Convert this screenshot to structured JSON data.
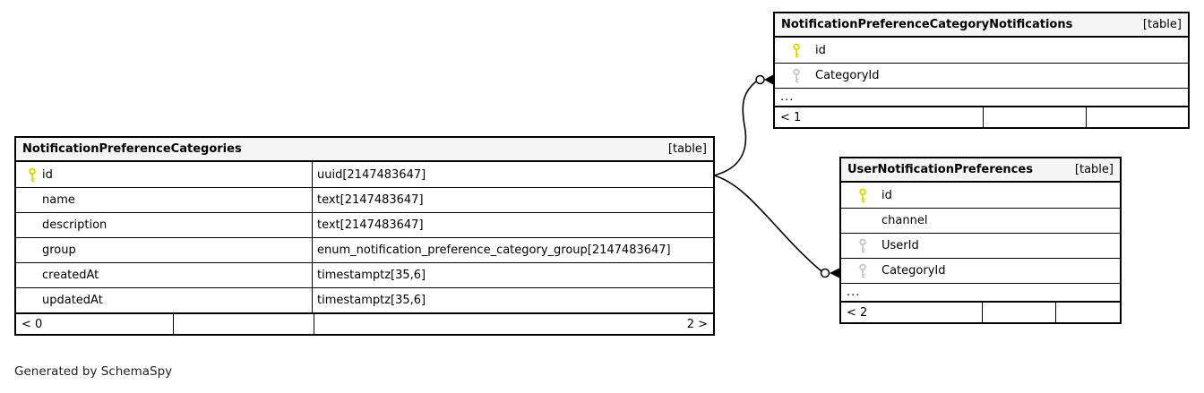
{
  "diagram": {
    "generator_note": "Generated by SchemaSpy",
    "colors": {
      "header_bg": "#f5f5f5",
      "border": "#000000",
      "primary_key": "#dcdc00",
      "foreign_key": "#c8c8c8"
    },
    "tables": [
      {
        "name": "NotificationPreferenceCategories",
        "badge": "[table]",
        "columns": [
          {
            "name": "id",
            "type": "uuid[2147483647]",
            "key": "primary"
          },
          {
            "name": "name",
            "type": "text[2147483647]",
            "key": null
          },
          {
            "name": "description",
            "type": "text[2147483647]",
            "key": null
          },
          {
            "name": "group",
            "type": "enum_notification_preference_category_group[2147483647]",
            "key": null
          },
          {
            "name": "createdAt",
            "type": "timestamptz[35,6]",
            "key": null
          },
          {
            "name": "updatedAt",
            "type": "timestamptz[35,6]",
            "key": null
          }
        ],
        "footer": {
          "left": "< 0",
          "mid": "",
          "right": "2 >"
        }
      },
      {
        "name": "NotificationPreferenceCategoryNotifications",
        "badge": "[table]",
        "columns": [
          {
            "name": "id",
            "key": "primary"
          },
          {
            "name": "CategoryId",
            "key": "foreign"
          }
        ],
        "ellipsis": "...",
        "footer": {
          "left": "< 1",
          "mid": "",
          "right": ""
        }
      },
      {
        "name": "UserNotificationPreferences",
        "badge": "[table]",
        "columns": [
          {
            "name": "id",
            "key": "primary"
          },
          {
            "name": "channel",
            "key": null
          },
          {
            "name": "UserId",
            "key": "foreign"
          },
          {
            "name": "CategoryId",
            "key": "foreign"
          }
        ],
        "ellipsis": "...",
        "footer": {
          "left": "< 2",
          "mid": "",
          "right": ""
        }
      }
    ],
    "relationships": [
      {
        "from": "NotificationPreferenceCategories.id",
        "to": "NotificationPreferenceCategoryNotifications.CategoryId"
      },
      {
        "from": "NotificationPreferenceCategories.id",
        "to": "UserNotificationPreferences.CategoryId"
      }
    ]
  }
}
